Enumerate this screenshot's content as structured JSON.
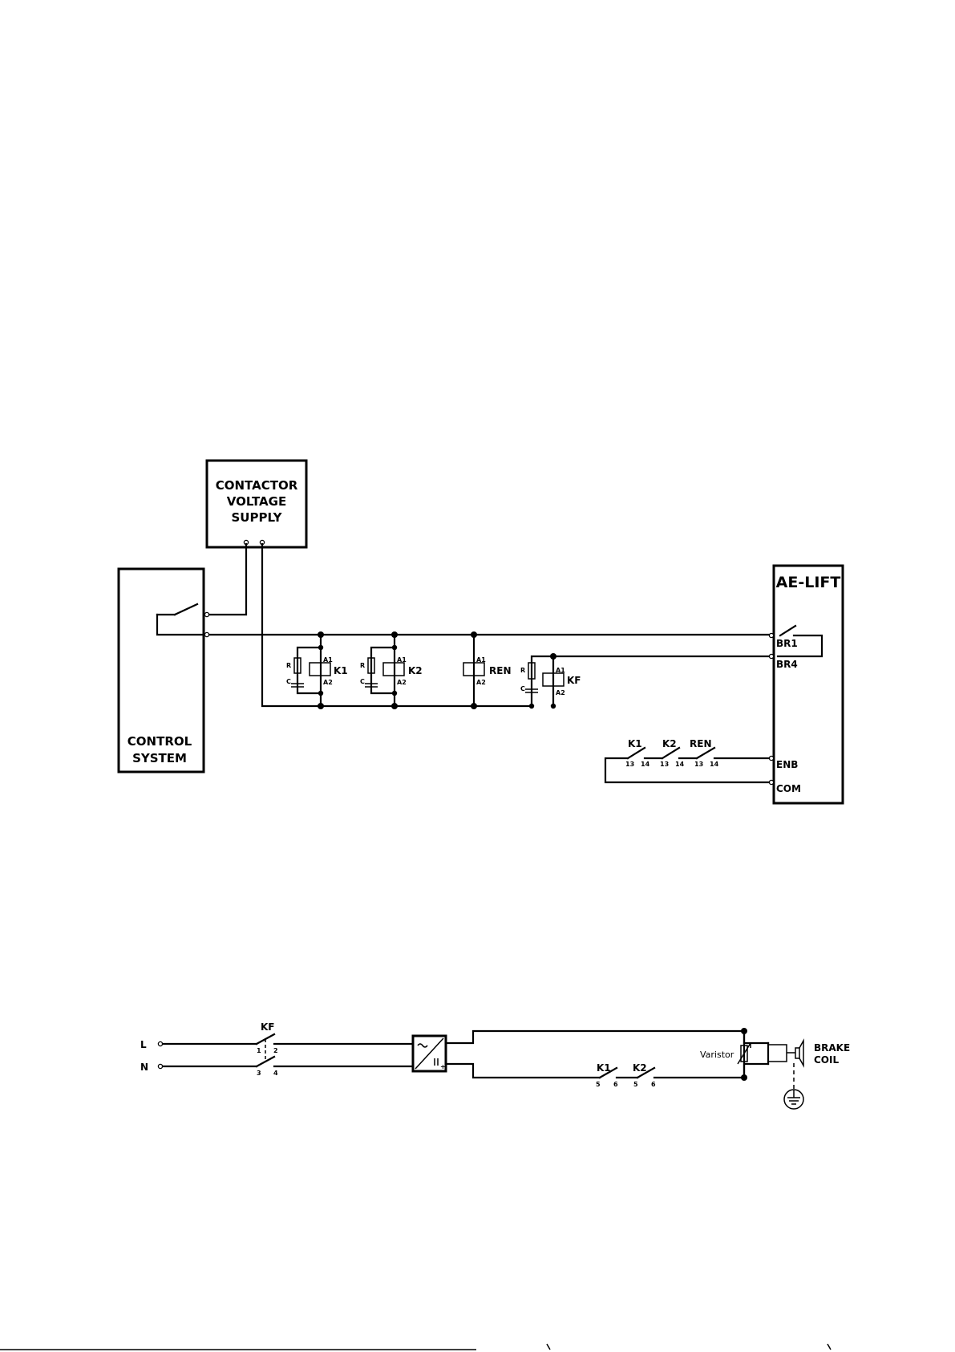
{
  "blocks": {
    "supply": [
      "CONTACTOR",
      "VOLTAGE",
      "SUPPLY"
    ],
    "control": [
      "CONTROL",
      "SYSTEM"
    ],
    "aelift": "AE-LIFT"
  },
  "terminals": {
    "br1": "BR1",
    "br4": "BR4",
    "enb": "ENB",
    "com": "COM"
  },
  "coils": {
    "k1": "K1",
    "k2": "K2",
    "ren": "REN",
    "kf": "KF"
  },
  "pins": {
    "a1": "A1",
    "a2": "A2",
    "r": "R",
    "c": "C",
    "p13": "13",
    "p14": "14",
    "p5": "5",
    "p6": "6",
    "p1": "1",
    "p2": "2",
    "p3": "3",
    "p4": "4"
  },
  "power": {
    "line": "L",
    "neutral": "N",
    "varistor": "Varistor",
    "brake": [
      "BRAKE",
      "COIL"
    ]
  }
}
